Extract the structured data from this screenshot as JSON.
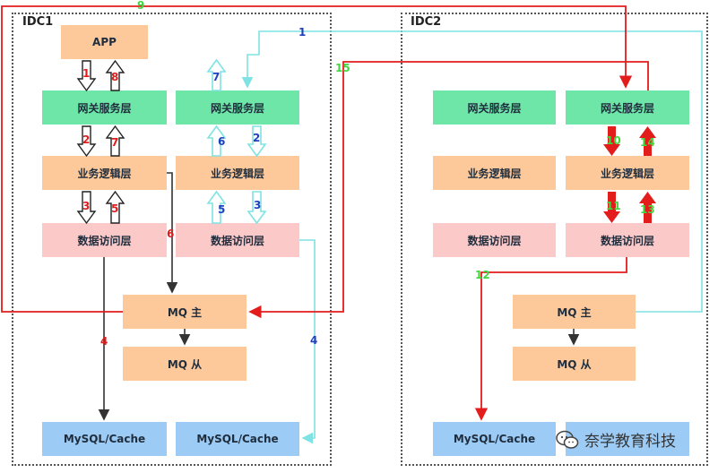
{
  "idc1": {
    "title": "IDC1"
  },
  "idc2": {
    "title": "IDC2"
  },
  "nodes": {
    "app": "APP",
    "gateway": "网关服务层",
    "business": "业务逻辑层",
    "data_access": "数据访问层",
    "mq_master": "MQ 主",
    "mq_slave": "MQ 从",
    "db": "MySQL/Cache"
  },
  "edge_labels": {
    "e1": "1",
    "e2": "2",
    "e3": "3",
    "e4": "4",
    "e5": "5",
    "e6": "6",
    "e7": "7",
    "e8": "8",
    "e9": "9",
    "e10": "10",
    "e11": "11",
    "e12": "12",
    "e13": "13",
    "e14": "14",
    "e15": "15"
  },
  "watermark": {
    "text": "奈学教育科技"
  },
  "colors": {
    "red": "#e31c1c",
    "cyan": "#7fe3e3",
    "blue": "#1f3fbf",
    "green": "#3fd63f",
    "dark": "#333333"
  }
}
